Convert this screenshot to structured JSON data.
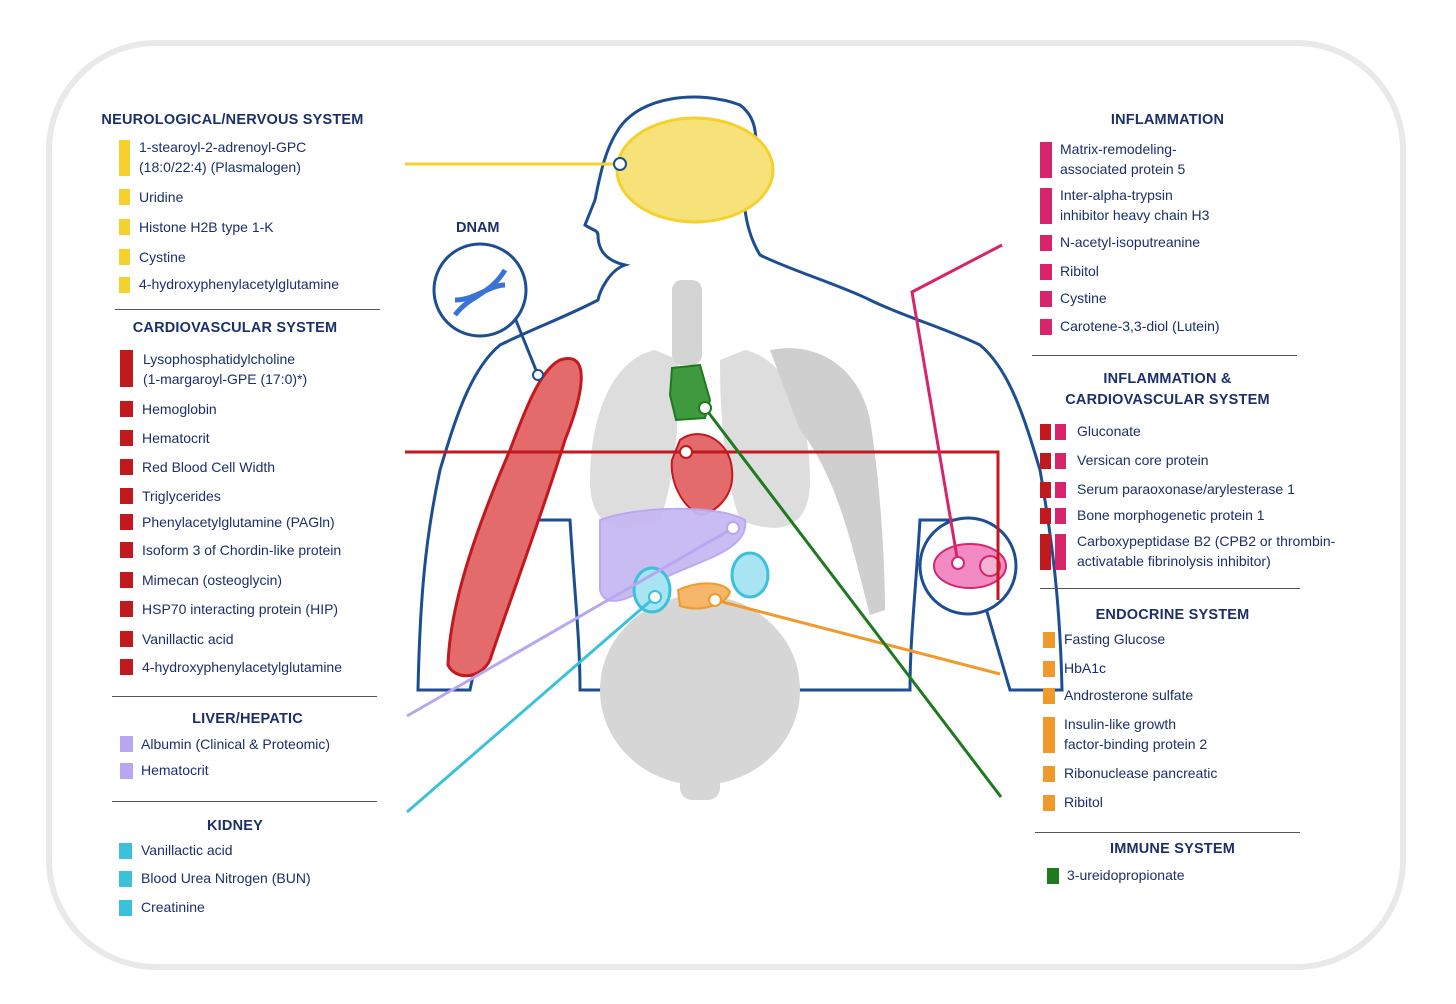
{
  "colors": {
    "neuro": "#f4d12c",
    "cardio": "#c2191f",
    "liver": "#b9a6f0",
    "kidney": "#3cc1dc",
    "inflammation": "#d8246a",
    "endocrine": "#f19a2b",
    "immune": "#1f7a1f",
    "outline": "#1d4e94",
    "text": "#1c2f6b"
  },
  "dnam_label": "DNAM",
  "sections": {
    "neuro": {
      "title": "NEUROLOGICAL/NERVOUS SYSTEM",
      "items": [
        "1-stearoyl-2-adrenoyl-GPC",
        "(18:0/22:4) (Plasmalogen)",
        "Uridine",
        "Histone H2B type 1-K",
        "Cystine",
        "4-hydroxyphenylacetylglutamine"
      ]
    },
    "cardio": {
      "title": "CARDIOVASCULAR SYSTEM",
      "items": [
        "Lysophosphatidylcholine",
        "(1-margaroyl-GPE (17:0)*)",
        "Hemoglobin",
        "Hematocrit",
        "Red Blood Cell Width",
        "Triglycerides",
        "Phenylacetylglutamine (PAGln)",
        "Isoform 3 of Chordin-like protein",
        "Mimecan (osteoglycin)",
        "HSP70 interacting protein (HIP)",
        "Vanillactic acid",
        "4-hydroxyphenylacetylglutamine"
      ]
    },
    "liver": {
      "title": "LIVER/HEPATIC",
      "items": [
        "Albumin (Clinical & Proteomic)",
        "Hematocrit"
      ]
    },
    "kidney": {
      "title": "KIDNEY",
      "items": [
        "Vanillactic acid",
        "Blood Urea Nitrogen (BUN)",
        "Creatinine"
      ]
    },
    "inflammation": {
      "title": "INFLAMMATION",
      "items": [
        "Matrix-remodeling-",
        "associated protein 5",
        "Inter-alpha-trypsin",
        "inhibitor heavy chain H3",
        "N-acetyl-isoputreanine",
        "Ribitol",
        "Cystine",
        "Carotene-3,3-diol (Lutein)"
      ]
    },
    "inflam_cardio": {
      "title_line1": "INFLAMMATION &",
      "title_line2": "CARDIOVASCULAR SYSTEM",
      "items": [
        "Gluconate",
        "Versican core protein",
        "Serum paraoxonase/arylesterase 1",
        "Bone morphogenetic protein 1",
        "Carboxypeptidase B2 (CPB2 or thrombin-",
        "activatable fibrinolysis inhibitor)"
      ]
    },
    "endocrine": {
      "title": "ENDOCRINE SYSTEM",
      "items": [
        "Fasting Glucose",
        "HbA1c",
        "Androsterone sulfate",
        "Insulin-like growth",
        "factor-binding protein 2",
        "Ribonuclease pancreatic",
        "Ribitol"
      ]
    },
    "immune": {
      "title": "IMMUNE SYSTEM",
      "items": [
        "3-ureidopropionate"
      ]
    }
  }
}
